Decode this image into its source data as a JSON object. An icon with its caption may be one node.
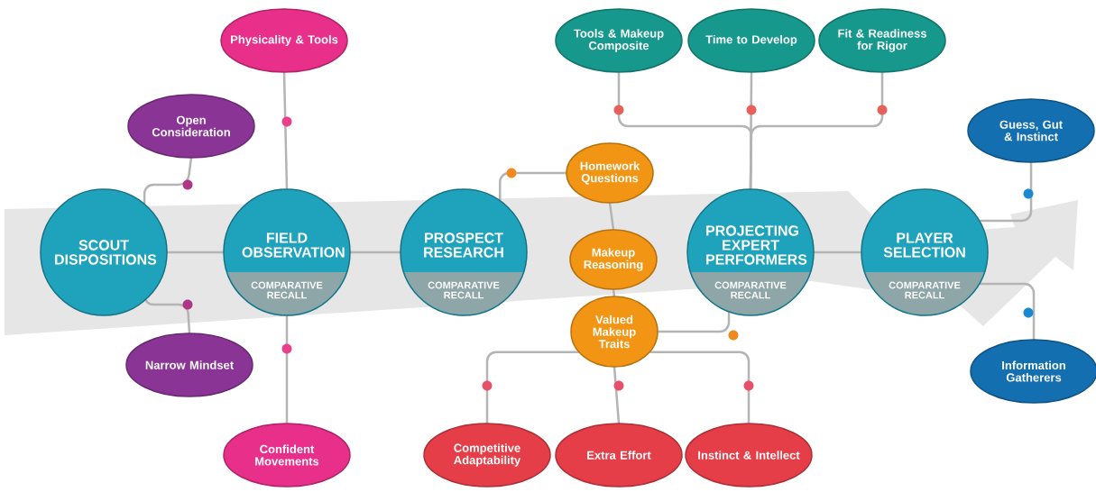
{
  "diagram": {
    "nodes": [
      {
        "text": [
          "SCOUT DISPOSITIONS"
        ]
      },
      {
        "text": [
          "FIELD OBSERVATION",
          "COMPARATIVE RECALL"
        ]
      },
      {
        "text": [
          "PROSPECT RESEARCH",
          "COMPARATIVE RECALL"
        ]
      },
      {
        "text": [
          "PROJECTING EXPERT PERFORMERS",
          "COMPARATIVE RECALL"
        ]
      },
      {
        "text": [
          "PLAYER SELECTION",
          "COMPARATIVE RECALL"
        ]
      },
      {
        "text": [
          "Physicality & Tools"
        ]
      },
      {
        "text": [
          "Open Consideration"
        ]
      },
      {
        "text": [
          "Narrow Mindset"
        ]
      },
      {
        "text": [
          "Confident Movements"
        ]
      },
      {
        "text": [
          "Homework Questions"
        ]
      },
      {
        "text": [
          "Makeup Reasoning"
        ]
      },
      {
        "text": [
          "Valued Makeup Traits"
        ]
      },
      {
        "text": [
          "Competitive Adaptability"
        ]
      },
      {
        "text": [
          "Extra Effort"
        ]
      },
      {
        "text": [
          "Instinct & Intellect"
        ]
      },
      {
        "text": [
          "Tools & Makeup Composite"
        ]
      },
      {
        "text": [
          "Time to Develop"
        ]
      },
      {
        "text": [
          "Fit & Readiness for Rigor"
        ]
      },
      {
        "text": [
          "Guess, Gut & Instinct"
        ]
      },
      {
        "text": [
          "Information Gatherers"
        ]
      }
    ],
    "edges": [
      {
        "from": 0,
        "to": 6,
        "arrow": "none"
      },
      {
        "from": 0,
        "to": 7,
        "arrow": "none"
      },
      {
        "from": 0,
        "to": 1,
        "arrow": "none"
      },
      {
        "from": 5,
        "to": 1,
        "arrow": "none"
      },
      {
        "from": 1,
        "to": 8,
        "arrow": "none"
      },
      {
        "from": 1,
        "to": 2,
        "arrow": "none"
      },
      {
        "from": 2,
        "to": 9,
        "arrow": "none"
      },
      {
        "from": 9,
        "to": 10,
        "arrow": "none"
      },
      {
        "from": 10,
        "to": 11,
        "arrow": "none"
      },
      {
        "from": 11,
        "to": 3,
        "arrow": "none"
      },
      {
        "from": 11,
        "to": 12,
        "arrow": "none"
      },
      {
        "from": 11,
        "to": 13,
        "arrow": "none"
      },
      {
        "from": 11,
        "to": 14,
        "arrow": "none"
      },
      {
        "from": 15,
        "to": 3,
        "arrow": "none"
      },
      {
        "from": 16,
        "to": 3,
        "arrow": "none"
      },
      {
        "from": 17,
        "to": 3,
        "arrow": "none"
      },
      {
        "from": 3,
        "to": 4,
        "arrow": "none"
      },
      {
        "from": 4,
        "to": 18,
        "arrow": "none"
      },
      {
        "from": 4,
        "to": 19,
        "arrow": "none"
      }
    ]
  }
}
